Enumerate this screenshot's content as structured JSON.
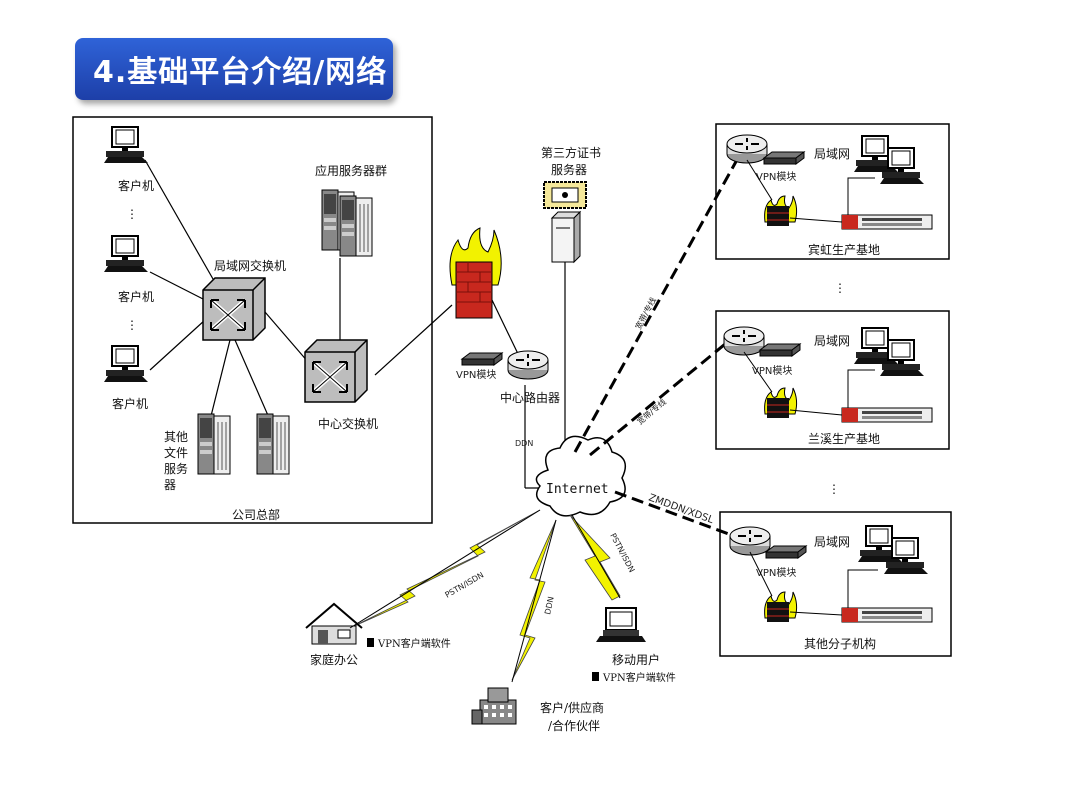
{
  "title": "4.基础平台介绍/网络",
  "hq": {
    "client1": "客户机",
    "client2": "客户机",
    "client3": "客户机",
    "dots": "⋮",
    "lan_switch": "局域网交换机",
    "app_servers": "应用服务器群",
    "other_file_servers": [
      "其他",
      "文件",
      "服务",
      "器"
    ],
    "core_switch": "中心交换机",
    "caption": "公司总部"
  },
  "center": {
    "vpn_module": "VPN模块",
    "router": "中心路由器",
    "ddn": "DDN",
    "ca_server": [
      "第三方证书",
      "服务器"
    ],
    "internet": "Internet"
  },
  "branches": [
    {
      "lan": "局域网",
      "vpn": "VPN模块",
      "name": "宾虹生产基地"
    },
    {
      "lan": "局域网",
      "vpn": "VPN模块",
      "name": "兰溪生产基地"
    },
    {
      "lan": "局域网",
      "vpn": "VPN模块",
      "name": "其他分子机构"
    }
  ],
  "branch_dots": "⋮",
  "links": {
    "branch1_link": "宽带/专线",
    "branch2_link": "宽带/专线",
    "branch3_link": "ZMDDN/XDSL",
    "home_link": "PSTN/ISDN",
    "partner_link": "DDN",
    "mobile_link": "PSTN/ISDN"
  },
  "remote": {
    "home_office": "家庭办公",
    "home_vpn": "VPN客户端软件",
    "mobile_user": "移动用户",
    "mobile_vpn": "VPN客户端软件",
    "partner": [
      "客户/供应商",
      "/合作伙伴"
    ]
  },
  "colors": {
    "banner": "#2a56c8",
    "lightning": "#f2f200",
    "firewall": "#c8281e"
  }
}
